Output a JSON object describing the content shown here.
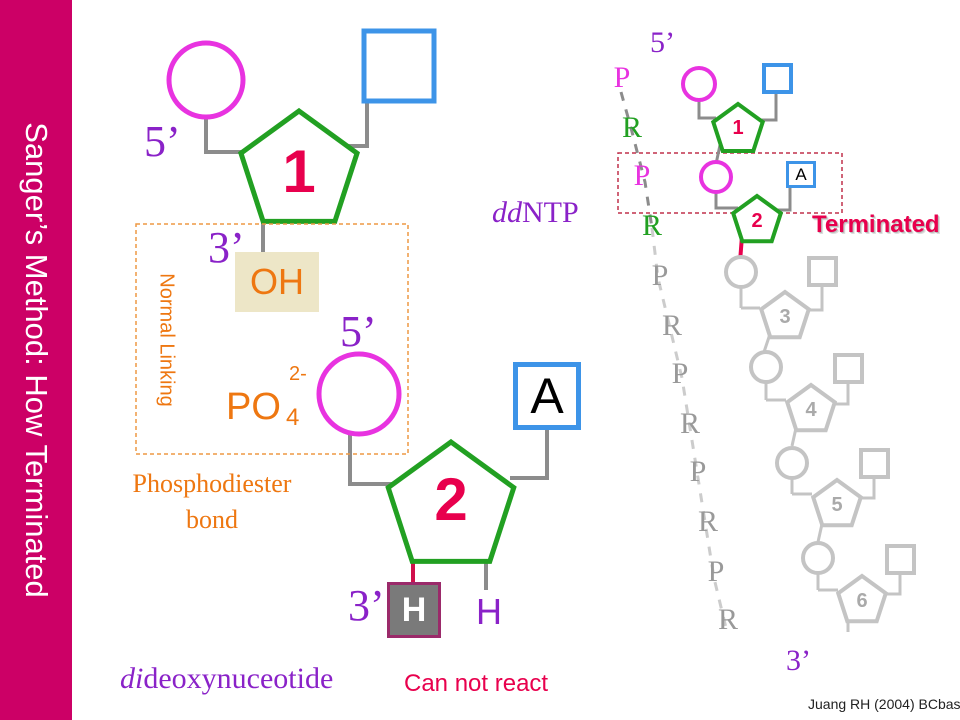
{
  "side_title": "Sanger’s Method: How Terminated",
  "left": {
    "prime5_top": "5’",
    "unit1": "1",
    "prime3_top": "3’",
    "oh": "OH",
    "normal_linking": "Normal Linking",
    "prime5_mid": "5’",
    "charge": "2-",
    "po": "PO",
    "po_sub": "4",
    "base_a": "A",
    "phosphodiester_line1": "Phosphodiester",
    "phosphodiester_line2": "bond",
    "unit2": "2",
    "prime3_bottom": "3’",
    "h_box": "H",
    "h_plain": "H",
    "dideoxy_italic": "di",
    "dideoxy_rest": "deoxynuceotide",
    "cannot_react": "Can not react"
  },
  "right": {
    "prime5": "5’",
    "backbone": [
      "P",
      "R",
      "P",
      "R",
      "P",
      "R",
      "P",
      "R",
      "P",
      "R",
      "P",
      "R"
    ],
    "ddntp_italic": "dd",
    "ddntp_rest": "NTP",
    "units": [
      "1",
      "2",
      "3",
      "4",
      "5",
      "6"
    ],
    "base_a": "A",
    "terminated": "Terminated",
    "prime3": "3’"
  },
  "credit": "Juang RH (2004) BCbasics",
  "colors": {
    "magenta": "#e833e0",
    "green": "#22a022",
    "blue": "#3d94e8",
    "purple": "#8a22c8",
    "orange": "#ee7711",
    "red": "#e8004d",
    "gray": "#c4c4c4",
    "sidebar": "#cc0066"
  }
}
